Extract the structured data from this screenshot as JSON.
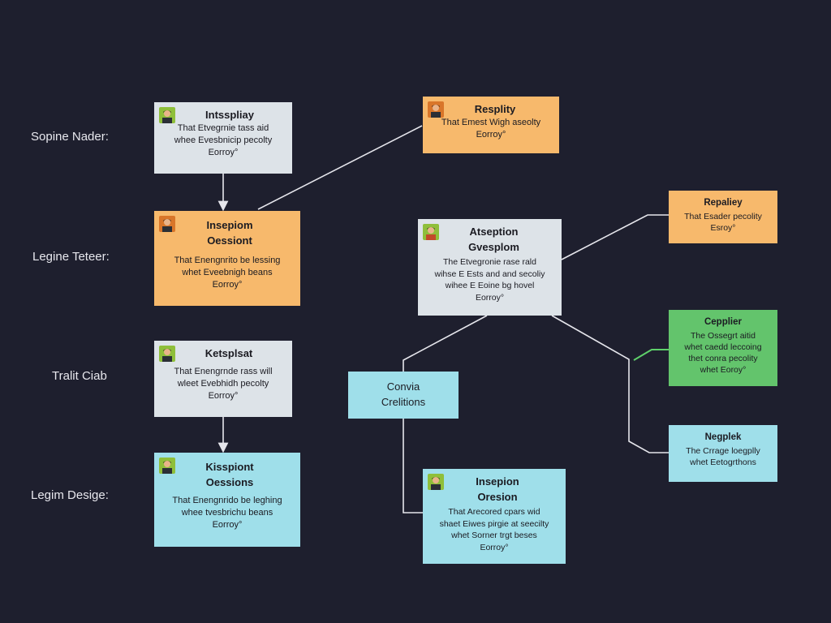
{
  "lanes": [
    {
      "label": "Sopine Nader:"
    },
    {
      "label": "Legine Teteer:"
    },
    {
      "label": "Tralit Ciab"
    },
    {
      "label": "Legim Desige:"
    }
  ],
  "nodes": {
    "n1": {
      "title": "Intsspliay",
      "body": "That Etvegrnie tass aid\nwhee Evesbnicip pecolty\nEorroy°"
    },
    "n2": {
      "title": "Insepiom\nOessiont",
      "body": "That Enengnrito be lessing\nwhet Eveebnigh beans\nEorroy°"
    },
    "n3": {
      "title": "Ketsplsat",
      "body": "That Enengrnde rass will\nwleet Evebhidh pecolty\nEorroy°"
    },
    "n4": {
      "title": "Kisspiont\nOessions",
      "body": "That Enengnrido be leghing\nwhee tvesbrichu beans\nEorroy°"
    },
    "n5": {
      "title": "Resplity",
      "body": "That Emest Wigh aseolty\nEorroy°"
    },
    "n6": {
      "title": "Atseption\nGvesplom",
      "body": "The Etvegronie rase rald\nwihse E Ests and and secoliy\nwihee E Eoine bg hovel\nEorroy°"
    },
    "n7": {
      "title": "Convia\nCrelitions",
      "body": ""
    },
    "n8": {
      "title": "Insepion\nOresion",
      "body": "That Arecored cpars wid\nshaet Eiwes pirgie at seecilty\nwhet Sorner trgt beses\nEorroy°"
    },
    "n9": {
      "title": "Repaliey",
      "body": "That Esader pecolity\nEsroy°"
    },
    "n10": {
      "title": "Cepplier",
      "body": "The Ossegrt aitid\nwhet caedd leccoing\nthet conra pecolity\nwhet Eoroy°"
    },
    "n11": {
      "title": "Negplek",
      "body": "The Crrage loegplly\nwhet Eetogrthons"
    }
  },
  "colors": {
    "background": "#1e1f2e",
    "gray": "#dde3e8",
    "orange": "#f7b96c",
    "cyan": "#9fdfea",
    "green": "#63c46c",
    "connector": "#e6e6ec",
    "accent_connector": "#5ed06a"
  },
  "icons": {
    "avatar": "person-avatar-icon"
  }
}
